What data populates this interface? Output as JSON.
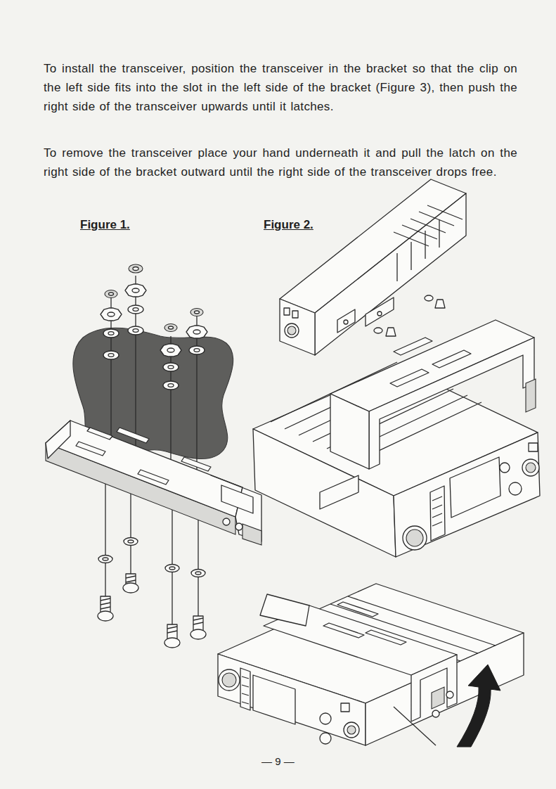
{
  "diagram": {
    "labels": [
      "To install the transceiver, position the transceiver in the bracket so that the clip on the left side fits into the slot in the left side of the bracket (Figure 3), then push the right side of the transceiver upwards until it latches.",
      "To remove the transceiver place your hand underneath it and pull the latch on the right side of the bracket outward until the right side of the transceiver drops free.",
      "Figure 1.",
      "Figure 2.",
      "— 9 —"
    ]
  }
}
